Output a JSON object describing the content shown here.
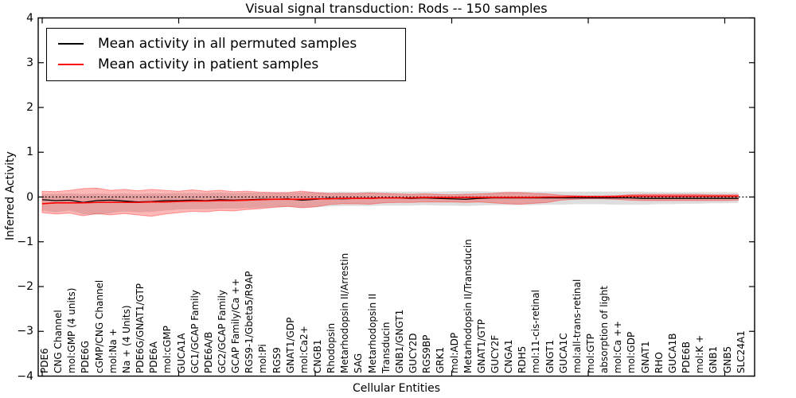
{
  "chart_data": {
    "type": "line",
    "title": "Visual signal transduction: Rods -- 150 samples",
    "xlabel": "Cellular Entities",
    "ylabel": "Inferred Activity",
    "ylim": [
      -4,
      4
    ],
    "y_tick_labels": [
      "4",
      "3",
      "2",
      "1",
      "0",
      "−1",
      "−2",
      "−3",
      "−4"
    ],
    "x_major_tick_indices": [
      0,
      10,
      20,
      30,
      40,
      50
    ],
    "grid": false,
    "legend_position": "upper left",
    "zero_reference_line": 0,
    "background_color": "#ffffff",
    "categories": [
      "PDE6",
      "CNG Channel",
      "mol:GMP (4 units)",
      "PDE6G",
      "cGMP/CNG Channel",
      "mol:Na +",
      "Na + (4 Units)",
      "PDE6G/GNAT1/GTP",
      "PDE6A",
      "mol:cGMP",
      "GUCA1A",
      "GC1/GCAP Family",
      "PDE6A/B",
      "GC2/GCAP Family",
      "GCAP Family/Ca ++",
      "RGS9-1/Gbeta5/R9AP",
      "mol:Pi",
      "RGS9",
      "GNAT1/GDP",
      "mol:Ca2+",
      "CNGB1",
      "Rhodopsin",
      "Metarhodopsin II/Arrestin",
      "SAG",
      "Metarhodopsin II",
      "Transducin",
      "GNB1/GNGT1",
      "GUCY2D",
      "RGS9BP",
      "GRK1",
      "mol:ADP",
      "Metarhodopsin II/Transducin",
      "GNAT1/GTP",
      "GUCY2F",
      "CNGA1",
      "RDH5",
      "mol:11-cis-retinal",
      "GNGT1",
      "GUCA1C",
      "mol:all-trans-retinal",
      "mol:GTP",
      "absorption of light",
      "mol:Ca ++",
      "mol:GDP",
      "GNAT1",
      "RHO",
      "GUCA1B",
      "PDE6B",
      "mol:K +",
      "GNB1",
      "GNB5",
      "SLC24A1"
    ],
    "series": [
      {
        "name": "Mean activity in all permuted samples",
        "color": "#000000",
        "band_color": "#999999",
        "values": [
          -0.06,
          -0.08,
          -0.07,
          -0.12,
          -0.08,
          -0.07,
          -0.09,
          -0.11,
          -0.1,
          -0.08,
          -0.08,
          -0.07,
          -0.08,
          -0.06,
          -0.07,
          -0.06,
          -0.05,
          -0.05,
          -0.04,
          -0.07,
          -0.05,
          -0.03,
          -0.04,
          -0.03,
          -0.03,
          -0.02,
          -0.02,
          -0.03,
          -0.02,
          -0.03,
          -0.04,
          -0.05,
          -0.03,
          -0.02,
          -0.02,
          -0.02,
          -0.02,
          -0.02,
          -0.02,
          -0.02,
          -0.02,
          -0.02,
          -0.02,
          -0.02,
          -0.03,
          -0.03,
          -0.03,
          -0.03,
          -0.03,
          -0.03,
          -0.03,
          -0.03
        ],
        "band_upper": [
          0.07,
          0.07,
          0.08,
          0.07,
          0.08,
          0.07,
          0.08,
          0.07,
          0.08,
          0.08,
          0.09,
          0.09,
          0.09,
          0.1,
          0.09,
          0.1,
          0.1,
          0.1,
          0.1,
          0.11,
          0.11,
          0.11,
          0.12,
          0.11,
          0.12,
          0.12,
          0.12,
          0.12,
          0.12,
          0.12,
          0.13,
          0.13,
          0.13,
          0.12,
          0.12,
          0.12,
          0.12,
          0.12,
          0.12,
          0.12,
          0.12,
          0.12,
          0.12,
          0.12,
          0.12,
          0.11,
          0.11,
          0.11,
          0.11,
          0.11,
          0.11,
          0.1
        ],
        "band_lower": [
          -0.3,
          -0.34,
          -0.3,
          -0.38,
          -0.4,
          -0.36,
          -0.32,
          -0.34,
          -0.33,
          -0.3,
          -0.28,
          -0.27,
          -0.27,
          -0.26,
          -0.26,
          -0.25,
          -0.24,
          -0.23,
          -0.22,
          -0.24,
          -0.23,
          -0.21,
          -0.2,
          -0.2,
          -0.2,
          -0.19,
          -0.19,
          -0.19,
          -0.18,
          -0.19,
          -0.19,
          -0.2,
          -0.19,
          -0.18,
          -0.18,
          -0.18,
          -0.18,
          -0.17,
          -0.17,
          -0.16,
          -0.16,
          -0.16,
          -0.17,
          -0.17,
          -0.17,
          -0.16,
          -0.16,
          -0.15,
          -0.15,
          -0.14,
          -0.14,
          -0.13
        ]
      },
      {
        "name": "Mean activity in patient samples",
        "color": "#ff0000",
        "band_color": "#ff0000",
        "values": [
          -0.15,
          -0.13,
          -0.13,
          -0.13,
          -0.12,
          -0.12,
          -0.12,
          -0.12,
          -0.11,
          -0.11,
          -0.1,
          -0.09,
          -0.09,
          -0.08,
          -0.08,
          -0.07,
          -0.06,
          -0.05,
          -0.05,
          -0.05,
          -0.04,
          -0.04,
          -0.03,
          -0.03,
          -0.03,
          -0.02,
          -0.02,
          -0.02,
          -0.01,
          -0.01,
          -0.01,
          -0.01,
          -0.01,
          -0.01,
          -0.01,
          -0.01,
          -0.01,
          0.0,
          0.0,
          0.01,
          0.01,
          0.01,
          0.01,
          0.02,
          0.02,
          0.02,
          0.02,
          0.02,
          0.02,
          0.02,
          0.02,
          0.02
        ],
        "band_upper": [
          0.13,
          0.12,
          0.15,
          0.19,
          0.2,
          0.15,
          0.17,
          0.14,
          0.17,
          0.15,
          0.13,
          0.16,
          0.13,
          0.15,
          0.12,
          0.13,
          0.11,
          0.1,
          0.1,
          0.13,
          0.1,
          0.08,
          0.08,
          0.08,
          0.09,
          0.08,
          0.07,
          0.06,
          0.07,
          0.06,
          0.05,
          0.06,
          0.07,
          0.08,
          0.1,
          0.1,
          0.08,
          0.07,
          0.04,
          0.03,
          0.02,
          0.02,
          0.03,
          0.05,
          0.06,
          0.06,
          0.06,
          0.06,
          0.06,
          0.05,
          0.05,
          0.05
        ],
        "band_lower": [
          -0.35,
          -0.38,
          -0.36,
          -0.42,
          -0.37,
          -0.4,
          -0.37,
          -0.4,
          -0.43,
          -0.38,
          -0.35,
          -0.32,
          -0.33,
          -0.3,
          -0.31,
          -0.28,
          -0.26,
          -0.23,
          -0.21,
          -0.24,
          -0.22,
          -0.17,
          -0.15,
          -0.15,
          -0.16,
          -0.13,
          -0.12,
          -0.12,
          -0.11,
          -0.11,
          -0.11,
          -0.12,
          -0.11,
          -0.13,
          -0.15,
          -0.16,
          -0.14,
          -0.12,
          -0.07,
          -0.05,
          -0.04,
          -0.04,
          -0.05,
          -0.07,
          -0.08,
          -0.08,
          -0.08,
          -0.08,
          -0.08,
          -0.08,
          -0.08,
          -0.07
        ]
      }
    ]
  }
}
